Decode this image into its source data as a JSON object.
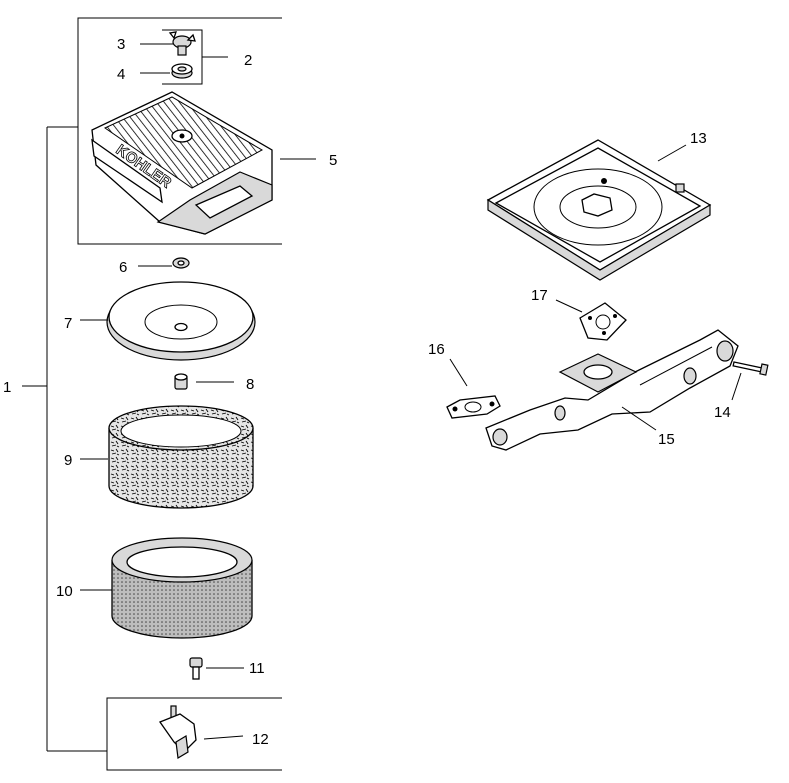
{
  "callouts": {
    "c1": "1",
    "c2": "2",
    "c3": "3",
    "c4": "4",
    "c5": "5",
    "c6": "6",
    "c7": "7",
    "c8": "8",
    "c9": "9",
    "c10": "10",
    "c11": "11",
    "c12": "12",
    "c13": "13",
    "c14": "14",
    "c15": "15",
    "c16": "16",
    "c17": "17"
  },
  "cover_logo": "KOHLER"
}
